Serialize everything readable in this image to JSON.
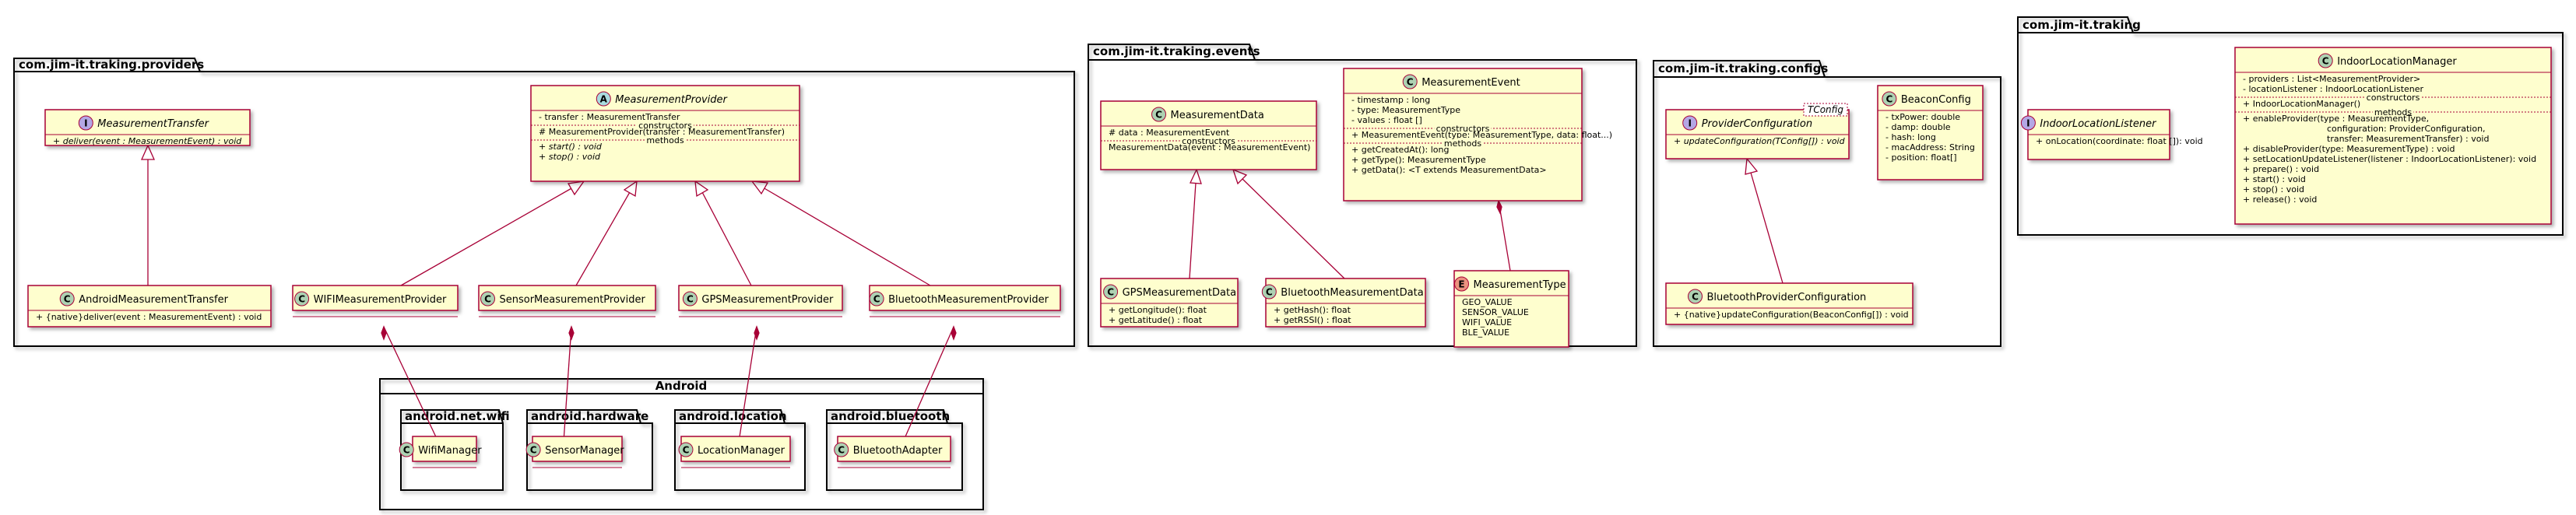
{
  "packages": {
    "providers": "com.jim-it.traking.providers",
    "events": "com.jim-it.traking.events",
    "configs": "com.jim-it.traking.configs",
    "traking": "com.jim-it.traking",
    "android": "Android",
    "wifi": "android.net.wifi",
    "hardware": "android.hardware",
    "location": "android.location",
    "bluetooth": "android.bluetooth"
  },
  "classes": {
    "measurement_transfer": {
      "stereotype": "I",
      "name": "MeasurementTransfer",
      "members": [
        "+ deliver(event : MeasurementEvent) : void"
      ]
    },
    "measurement_provider": {
      "stereotype": "A",
      "name": "MeasurementProvider",
      "fields": [
        "- transfer : MeasurementTransfer"
      ],
      "ctor_sep": "constructors",
      "ctors": [
        "# MeasurementProvider(transfer : MeasurementTransfer)"
      ],
      "method_sep": "methods",
      "methods": [
        "+ start() : void",
        "+ stop() : void"
      ]
    },
    "android_transfer": {
      "stereotype": "C",
      "name": "AndroidMeasurementTransfer",
      "members": [
        "+ {native}deliver(event : MeasurementEvent) : void"
      ]
    },
    "wifi_provider": {
      "stereotype": "C",
      "name": "WIFIMeasurementProvider"
    },
    "sensor_provider": {
      "stereotype": "C",
      "name": "SensorMeasurementProvider"
    },
    "gps_provider": {
      "stereotype": "C",
      "name": "GPSMeasurementProvider"
    },
    "bt_provider": {
      "stereotype": "C",
      "name": "BluetoothMeasurementProvider"
    },
    "wifi_manager": {
      "stereotype": "C",
      "name": "WifiManager"
    },
    "sensor_manager": {
      "stereotype": "C",
      "name": "SensorManager"
    },
    "location_manager": {
      "stereotype": "C",
      "name": "LocationManager"
    },
    "bt_adapter": {
      "stereotype": "C",
      "name": "BluetoothAdapter"
    },
    "measurement_data": {
      "stereotype": "C",
      "name": "MeasurementData",
      "fields": [
        "# data : MeasurementEvent"
      ],
      "ctor_sep": "constructors",
      "ctors": [
        "MeasurementData(event : MeasurementEvent)"
      ]
    },
    "measurement_event": {
      "stereotype": "C",
      "name": "MeasurementEvent",
      "fields": [
        "- timestamp : long",
        "- type: MeasurementType",
        "- values : float []"
      ],
      "ctor_sep": "constructors",
      "ctors": [
        "+ MeasurementEvent(type: MeasurementType, data: float...)"
      ],
      "method_sep": "methods",
      "methods": [
        "+ getCreatedAt(): long",
        "+ getType(): MeasurementType",
        "+ getData(): <T extends MeasurementData>"
      ]
    },
    "gps_data": {
      "stereotype": "C",
      "name": "GPSMeasurementData",
      "members": [
        "+ getLongitude(): float",
        "+ getLatitude() : float"
      ]
    },
    "bt_data": {
      "stereotype": "C",
      "name": "BluetoothMeasurementData",
      "members": [
        "+ getHash(): float",
        "+ getRSSI() : float"
      ]
    },
    "measurement_type": {
      "stereotype": "E",
      "name": "MeasurementType",
      "members": [
        "GEO_VALUE",
        "SENSOR_VALUE",
        "WIFI_VALUE",
        "BLE_VALUE"
      ]
    },
    "provider_configuration": {
      "stereotype": "I",
      "name": "ProviderConfiguration",
      "generic": "TConfig",
      "members": [
        "+ updateConfiguration(TConfig[]) : void"
      ]
    },
    "beacon_config": {
      "stereotype": "C",
      "name": "BeaconConfig",
      "members": [
        "- txPower: double",
        "- damp: double",
        "- hash: long",
        "- macAddress: String",
        "- position: float[]"
      ]
    },
    "bt_provider_config": {
      "stereotype": "C",
      "name": "BluetoothProviderConfiguration",
      "members": [
        "+ {native}updateConfiguration(BeaconConfig[]) : void"
      ]
    },
    "location_listener": {
      "stereotype": "I",
      "name": "IndoorLocationListener",
      "members": [
        "+ onLocation(coordinate: float []): void"
      ]
    },
    "location_manager_main": {
      "stereotype": "C",
      "name": "IndoorLocationManager",
      "fields": [
        "- providers : List<MeasurementProvider>",
        "- locationListener : IndoorLocationListener"
      ],
      "ctor_sep": "constructors",
      "ctors": [
        "+ IndoorLocationManager()"
      ],
      "method_sep": "methods",
      "methods": [
        "+ enableProvider(type : MeasurementType,",
        "configuration: ProviderConfiguration,",
        "transfer: MeasurementTransfer) : void",
        "+ disableProvider(type: MeasurementType) : void",
        "+ setLocationUpdateListener(listener : IndoorLocationListener): void",
        "+ prepare() : void",
        "+ start() : void",
        "+ stop() : void",
        "+ release() : void"
      ]
    }
  },
  "colors": {
    "class_fill": "#FEFECE",
    "class_border": "#A80036",
    "C": "#ADD1B2",
    "A": "#A9DCDF",
    "I": "#B4A7E5",
    "E": "#EB937F"
  }
}
